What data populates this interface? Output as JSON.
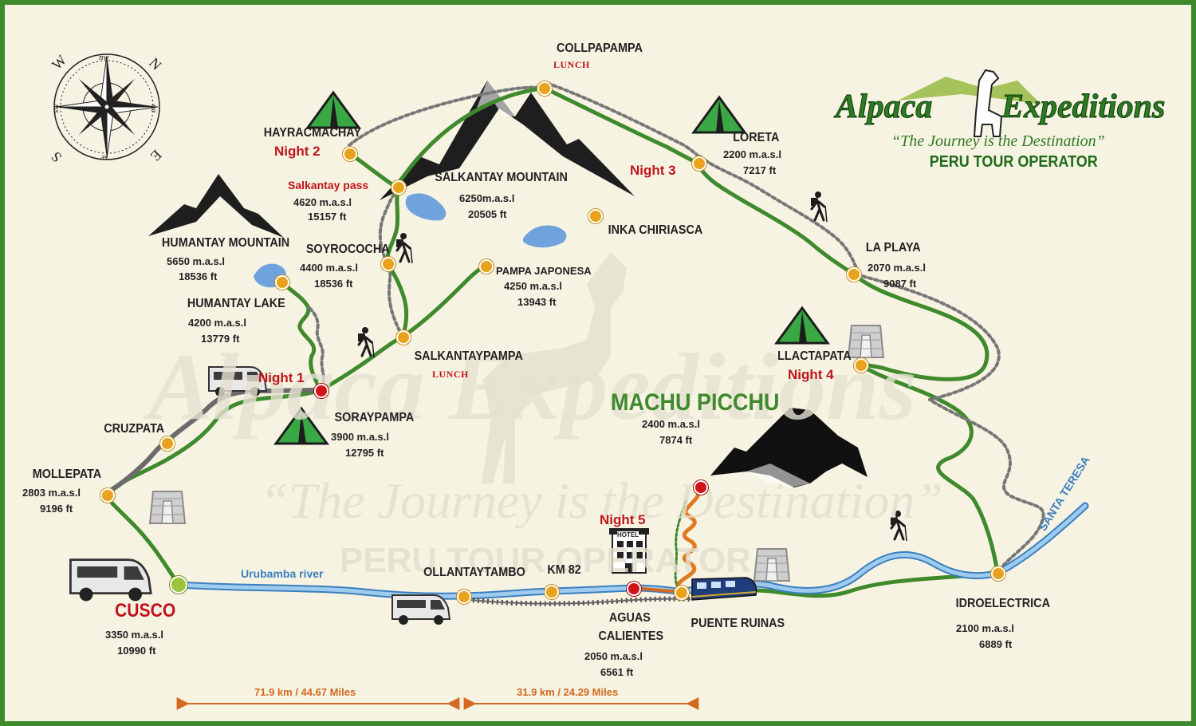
{
  "brand": {
    "logo_left": "Alpaca",
    "logo_right": "Expeditions",
    "tagline": "“The Journey is the Destination”",
    "subtitle": "PERU TOUR OPERATOR"
  },
  "watermark": {
    "text": "Alpaca Expeditions",
    "tagline": "“The Journey is the Destination”",
    "subtitle": "PERU TOUR OPERATOR"
  },
  "compass": {
    "W": "W",
    "N": "N",
    "E": "E",
    "S": "S",
    "nw": "nw",
    "ne": "ne",
    "se": "se",
    "sw": "sw"
  },
  "places": {
    "collpapampa": {
      "name": "COLLPAPAMPA",
      "note": "LUNCH"
    },
    "hayracmachay": {
      "name": "HAYRACMACHAY",
      "night": "Night 2"
    },
    "salkantay_pass": {
      "name": "Salkantay pass",
      "m": "4620 m.a.s.l",
      "ft": "15157 ft"
    },
    "salkantay_mountain": {
      "name": "SALKANTAY MOUNTAIN",
      "m": "6250m.a.s.l",
      "ft": "20505 ft"
    },
    "loreta": {
      "name": "LORETA",
      "m": "2200 m.a.s.l",
      "ft": "7217 ft",
      "night": "Night 3"
    },
    "inka_chiriasca": {
      "name": "INKA CHIRIASCA"
    },
    "humantay_mountain": {
      "name": "HUMANTAY MOUNTAIN",
      "m": "5650 m.a.s.l",
      "ft": "18536 ft"
    },
    "soyrocočha": {
      "name": "SOYROCOCHA",
      "m": "4400 m.a.s.l",
      "ft": "18536 ft"
    },
    "pampa_japonesa": {
      "name": "PAMPA JAPONESA",
      "m": "4250 m.a.s.l",
      "ft": "13943 ft"
    },
    "la_playa": {
      "name": "LA PLAYA",
      "m": "2070 m.a.s.l",
      "ft": "9087 ft"
    },
    "humantay_lake": {
      "name": "HUMANTAY LAKE",
      "m": "4200 m.a.s.l",
      "ft": "13779 ft"
    },
    "salkantaypampa": {
      "name": "SALKANTAYPAMPA",
      "note": "LUNCH"
    },
    "llactapata": {
      "name": "LLACTAPATA",
      "night": "Night 4"
    },
    "night1": "Night 1",
    "soraypampa": {
      "name": "SORAYPAMPA",
      "m": "3900 m.a.s.l",
      "ft": "12795 ft"
    },
    "machu_picchu": {
      "name": "MACHU PICCHU",
      "m": "2400 m.a.s.l",
      "ft": "7874 ft"
    },
    "cruzpata": {
      "name": "CRUZPATA"
    },
    "mollepata": {
      "name": "MOLLEPATA",
      "m": "2803 m.a.s.l",
      "ft": "9196 ft"
    },
    "night5": "Night 5",
    "hotel": "HOTEL",
    "urubamba": {
      "name": "Urubamba river"
    },
    "ollantaytambo": {
      "name": "OLLANTAYTAMBO"
    },
    "km82": {
      "name": "KM 82"
    },
    "aguas_calientes": {
      "name1": "AGUAS",
      "name2": "CALIENTES",
      "m": "2050 m.a.s.l",
      "ft": "6561 ft"
    },
    "puente_ruinas": {
      "name": "PUENTE RUINAS"
    },
    "idroelectrica": {
      "name": "IDROELECTRICA",
      "m": "2100 m.a.s.l",
      "ft": "6889 ft"
    },
    "santa_teresa": {
      "name": "SANTA TERESA"
    },
    "cusco": {
      "name": "CUSCO",
      "m": "3350 m.a.s.l",
      "ft": "10990 ft"
    }
  },
  "distances": {
    "left": "71.9 km / 44.67 Miles",
    "right": "31.9 km / 24.29 Miles"
  },
  "colors": {
    "trail_green": "#3f8a2c",
    "trail_gray": "#777777",
    "river_blue": "#8ec1e6",
    "stop_orange": "#e9a21c",
    "night_red": "#c0141a",
    "distance_orange": "#d3691f",
    "frame_green": "#3f8a2c"
  },
  "icons": [
    "compass-icon",
    "tent-icon",
    "hiker-icon",
    "van-icon",
    "train-icon",
    "hotel-icon",
    "inca-ruin-icon",
    "mountain-icon",
    "llama-icon"
  ]
}
